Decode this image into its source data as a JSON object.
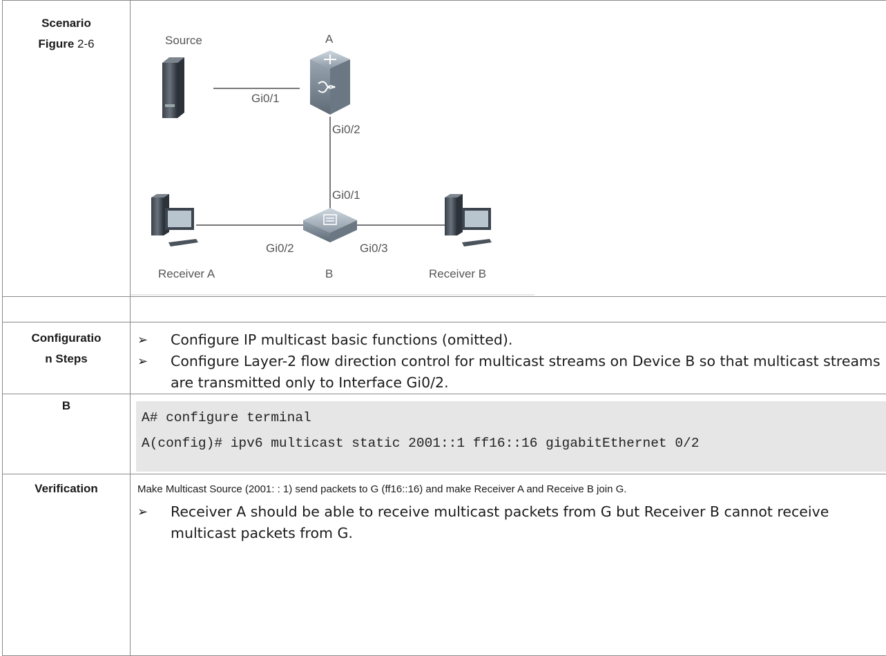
{
  "rows": {
    "scenario": {
      "label_line1": "Scenario",
      "label_figure_bold": "Figure",
      "label_figure_num": " 2-6"
    },
    "steps": {
      "label_line1": "Configuratio",
      "label_line2": "n Steps",
      "bullets": [
        "Configure IP multicast basic functions (omitted).",
        "Configure Layer-2 flow direction control for multicast streams on Device B so that multicast streams are transmitted only to Interface Gi0/2."
      ]
    },
    "code": {
      "label": "B",
      "lines": [
        "A# configure terminal",
        "A(config)# ipv6 multicast static 2001::1 ff16::16 gigabitEthernet 0/2"
      ]
    },
    "verification": {
      "label": "Verification",
      "text": "Make Multicast Source (2001: : 1) send packets to G (ff16::16) and make Receiver A and Receive B join G.",
      "bullets": [
        "Receiver A should be able to receive multicast packets from G but Receiver B cannot receive multicast packets from G."
      ]
    }
  },
  "bullet_symbol": "➢",
  "diagram": {
    "labels": {
      "source": "Source",
      "device_a": "A",
      "device_b": "B",
      "receiver_a": "Receiver A",
      "receiver_b": "Receiver B",
      "a_gi01": "Gi0/1",
      "a_gi02": "Gi0/2",
      "b_gi01": "Gi0/1",
      "b_gi02": "Gi0/2",
      "b_gi03": "Gi0/3"
    }
  }
}
